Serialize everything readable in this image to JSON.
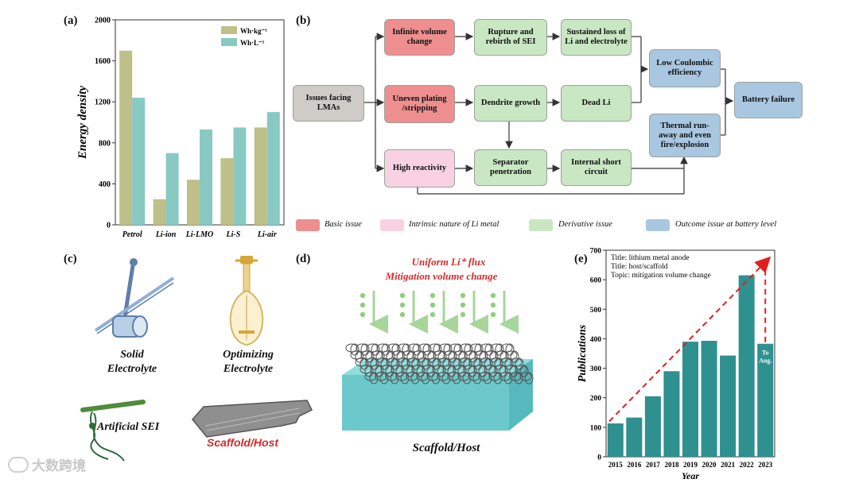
{
  "panels": {
    "a": "(a)",
    "b": "(b)",
    "c": "(c)",
    "d": "(d)",
    "e": "(e)"
  },
  "chart_data": [
    {
      "type": "bar",
      "panel": "(a)",
      "ylabel": "Energy density",
      "xlabel": "",
      "ylim": [
        0,
        2000
      ],
      "yticks": [
        "0",
        "400",
        "800",
        "1200",
        "1600",
        "2000"
      ],
      "categories": [
        "Petrol",
        "Li-ion",
        "Li-LMO",
        "Li-S",
        "Li-air"
      ],
      "legend_placement": "top-right",
      "series": [
        {
          "name": "Wh·kg⁻¹",
          "color": "#bfbf8a",
          "values": [
            1700,
            250,
            440,
            650,
            950
          ]
        },
        {
          "name": "Wh·L⁻¹",
          "color": "#88c9c4",
          "values": [
            1240,
            700,
            930,
            950,
            1100
          ]
        }
      ]
    },
    {
      "type": "bar",
      "panel": "(e)",
      "xlabel": "Year",
      "ylabel": "Publications",
      "ylim": [
        0,
        700
      ],
      "yticks": [
        "0",
        "100",
        "200",
        "300",
        "400",
        "500",
        "600",
        "700"
      ],
      "categories": [
        "2015",
        "2016",
        "2017",
        "2018",
        "2019",
        "2020",
        "2021",
        "2022",
        "2023"
      ],
      "color": "#2e908f",
      "values": [
        113,
        133,
        205,
        290,
        390,
        393,
        343,
        615,
        383
      ],
      "annotations": {
        "lines": [
          "Title: lithium metal anode",
          "Title:  host/scaffold",
          "Topic: mitigation volume change"
        ],
        "bar_label": [
          "To",
          "Aug."
        ]
      }
    }
  ],
  "flow": {
    "issues": "Issues facing LMAs",
    "infinite": "Infinite volume change",
    "uneven": "Uneven plating /stripping",
    "high": "High reactivity",
    "rupture": "Rupture and rebirth of SEI",
    "dendrite": "Dendrite growth",
    "separator": "Separator penetration",
    "sustained": "Sustained loss of Li and electrolyte",
    "deadli": "Dead Li",
    "internal": "Internal short circuit",
    "lowcoul": "Low Coulombic efficiency",
    "thermal": "Thermal run-away and even fire/explosion",
    "failure": "Battery failure"
  },
  "legend": {
    "basic": "Basic issue",
    "intrinsic": "Intrinsic nature of Li metal",
    "derivative": "Derivative issue",
    "outcome": "Outcome issue at battery level",
    "colors": {
      "basic": "#ee8e8e",
      "intrinsic": "#f8d2e2",
      "derivative": "#c9e7c3",
      "outcome": "#a9c7e0"
    }
  },
  "panel_c": {
    "solid": [
      "Solid",
      "Electrolyte"
    ],
    "optimizing": [
      "Optimizing",
      "Electrolyte"
    ],
    "sei": "Artificial SEI",
    "scaffold": "Scaffold/Host"
  },
  "panel_d": {
    "line1": "Uniform Li⁺ flux",
    "line2": "Mitigation volume change",
    "caption": "Scaffold/Host"
  },
  "watermark": "大数跨境"
}
